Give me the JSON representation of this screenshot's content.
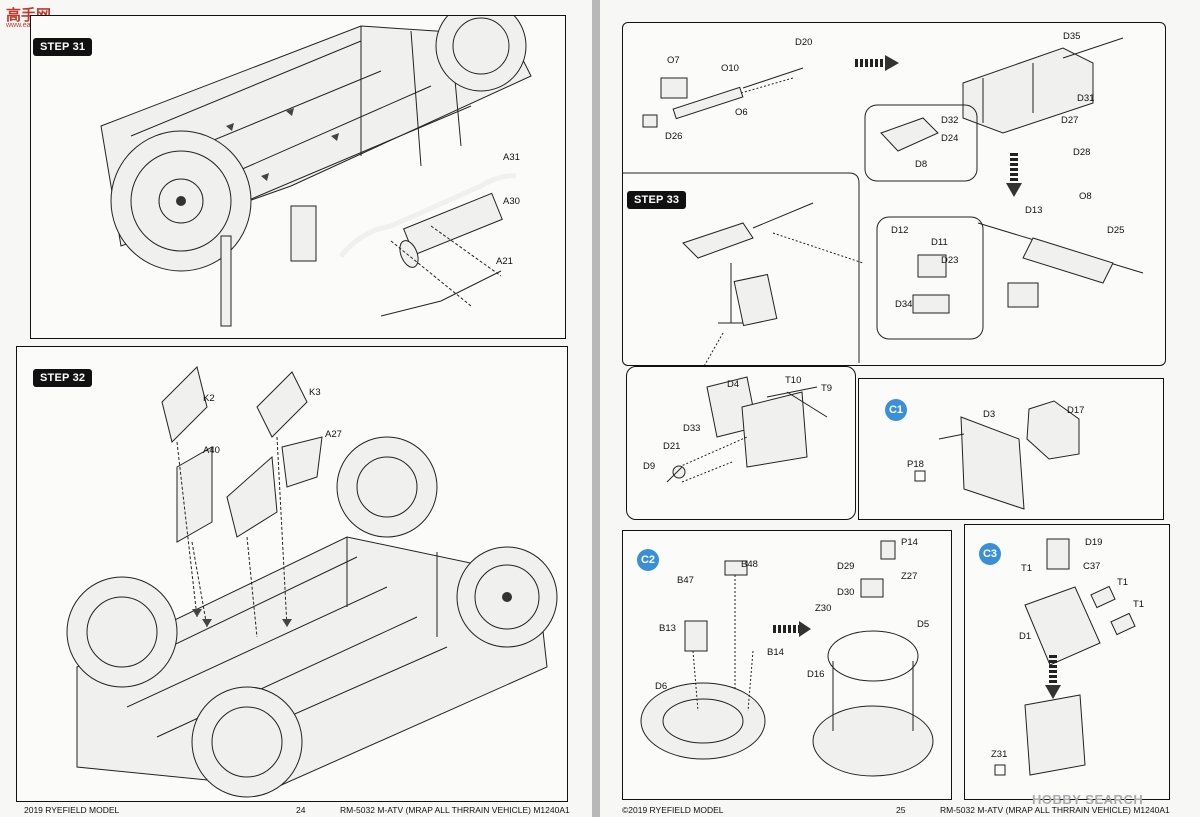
{
  "logo": {
    "name": "高手网",
    "url": "www.ea-shou.com"
  },
  "step31": {
    "tag": "STEP 31",
    "labels": {
      "a31": "A31",
      "a30": "A30",
      "a21": "A21"
    }
  },
  "step32": {
    "tag": "STEP 32",
    "labels": {
      "k2": "K2",
      "k3": "K3",
      "a27": "A27",
      "a40": "A40"
    }
  },
  "gun_panel": {
    "labels": {
      "o7": "O7",
      "d20": "D20",
      "o10": "O10",
      "o6": "O6",
      "d26": "D26",
      "d35": "D35",
      "d31": "D31",
      "d27": "D27",
      "d28": "D28",
      "d32": "D32",
      "d24": "D24",
      "d8": "D8"
    }
  },
  "step33": {
    "tag": "STEP 33",
    "labels": {
      "o8": "O8",
      "d13": "D13",
      "d25": "D25",
      "d12": "D12",
      "d11": "D11",
      "d23": "D23",
      "d34": "D34",
      "d4": "D4",
      "t10": "T10",
      "t9": "T9",
      "d33": "D33",
      "d21": "D21",
      "d9": "D9"
    }
  },
  "c1": {
    "badge": "C1",
    "labels": {
      "d3": "D3",
      "d17": "D17",
      "p18": "P18"
    }
  },
  "c2": {
    "badge": "C2",
    "labels": {
      "b47": "B47",
      "b48": "B48",
      "b13": "B13",
      "b14": "B14",
      "d6": "D6",
      "d29": "D29",
      "p14": "P14",
      "d30": "D30",
      "z27": "Z27",
      "z30": "Z30",
      "d5": "D5",
      "d16": "D16"
    }
  },
  "c3": {
    "badge": "C3",
    "labels": {
      "d19": "D19",
      "t1a": "T1",
      "c37": "C37",
      "t1b": "T1",
      "t1c": "T1",
      "d1": "D1",
      "z31": "Z31"
    }
  },
  "footer": {
    "left_title": "2019 RYEFIELD MODEL",
    "left_page": "24",
    "left_kit": "RM-5032 M-ATV (MRAP ALL THRRAIN VEHICLE) M1240A1",
    "right_copyright": "©2019 RYEFIELD MODEL",
    "right_page": "25",
    "right_kit": "RM-5032 M-ATV (MRAP ALL THRRAIN VEHICLE) M1240A1",
    "watermark": "HOBBY SEARCH"
  }
}
